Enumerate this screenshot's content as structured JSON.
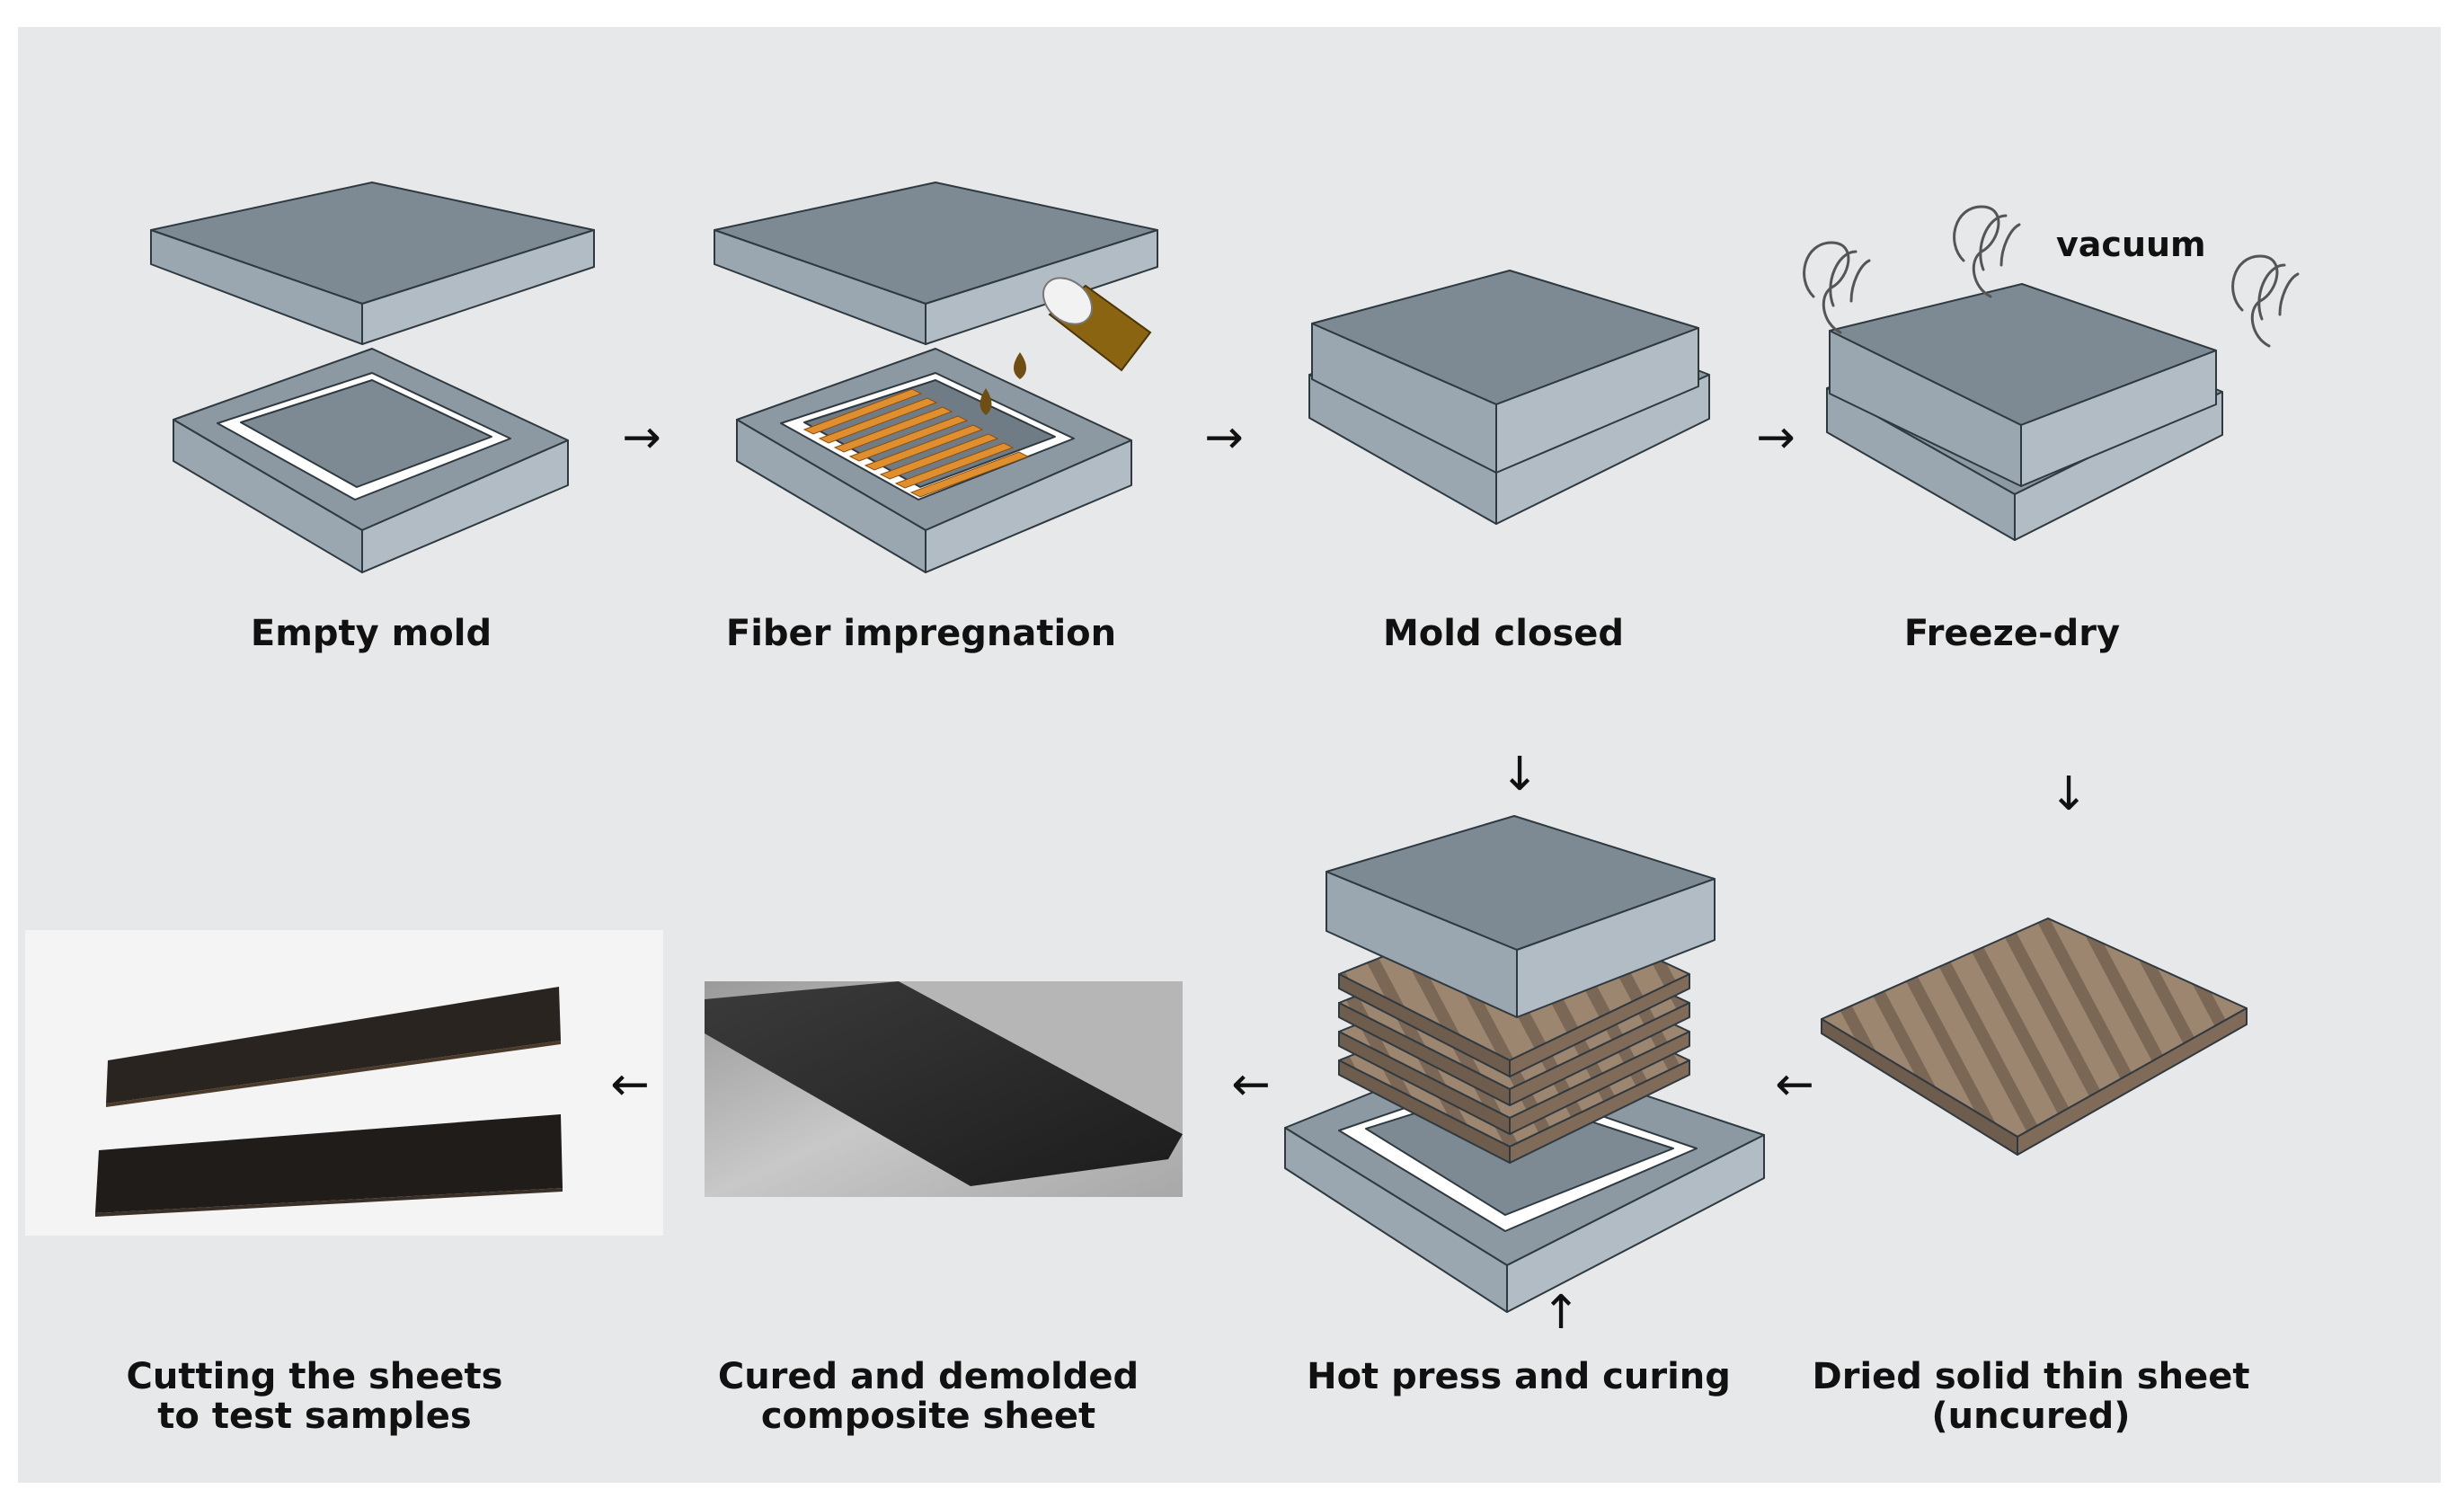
{
  "steps": {
    "s1": "Empty mold",
    "s2": "Fiber impregnation",
    "s3": "Mold closed",
    "s4": "Freeze-dry",
    "s5": "Dried solid thin sheet\n(uncured)",
    "s6": "Hot press and curing",
    "s7": "Cured and demolded\ncomposite sheet",
    "s8": "Cutting the sheets\nto test samples"
  },
  "annotations": {
    "vacuum": "vacuum"
  },
  "arrows": {
    "right": "→",
    "down": "↓",
    "left": "←",
    "up": "↑"
  },
  "colors": {
    "mold_top": "#7d8a93",
    "mold_side": "#9aa7b0",
    "mold_dark": "#68747c",
    "fiber": "#d7892d",
    "resin": "#7a5a1a",
    "sheet": "#8a7562",
    "composite": "#2e2e2e"
  }
}
